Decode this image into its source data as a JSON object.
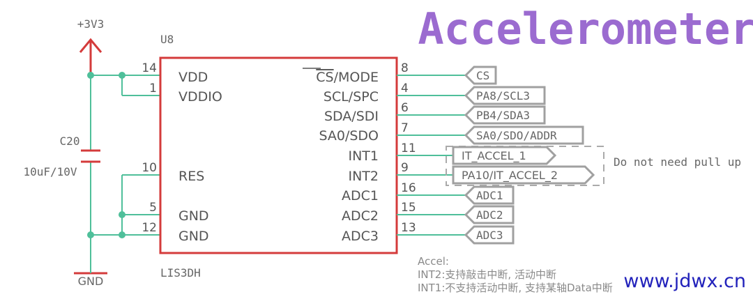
{
  "title": "Accelerometer",
  "power_label": "+3V3",
  "ground_label": "GND",
  "ic": {
    "ref": "U8",
    "part": "LIS3DH",
    "left_pins": [
      {
        "num": "14",
        "name": "VDD"
      },
      {
        "num": "1",
        "name": "VDDIO"
      },
      {
        "num": "10",
        "name": "RES"
      },
      {
        "num": "5",
        "name": "GND"
      },
      {
        "num": "12",
        "name": "GND"
      }
    ],
    "right_pins": [
      {
        "num": "8",
        "name_overline": "CS",
        "name_rest": "/MODE"
      },
      {
        "num": "4",
        "name": "SCL/SPC"
      },
      {
        "num": "6",
        "name": "SDA/SDI"
      },
      {
        "num": "7",
        "name": "SA0/SDO"
      },
      {
        "num": "11",
        "name": "INT1"
      },
      {
        "num": "9",
        "name": "INT2"
      },
      {
        "num": "16",
        "name": "ADC1"
      },
      {
        "num": "15",
        "name": "ADC2"
      },
      {
        "num": "13",
        "name": "ADC3"
      }
    ]
  },
  "capacitor": {
    "ref": "C20",
    "value": "10uF/10V"
  },
  "net_flags": [
    "CS",
    "PA8/SCL3",
    "PB4/SDA3",
    "SA0/SDO/ADDR",
    "IT_ACCEL_1",
    "PA10/IT_ACCEL_2",
    "ADC1",
    "ADC2",
    "ADC3"
  ],
  "pullup_note": "Do not need pull up",
  "notes": {
    "heading": "Accel:",
    "line1": "INT2:支持敲击中断, 活动中断",
    "line2": "INT1:不支持活动中断, 支持某轴Data中断"
  },
  "watermark": "www.jdwx.cn",
  "colors": {
    "wire": "#4fbf9a",
    "body": "#d43b3b",
    "title": "#9b6bd0",
    "flag": "#a0a0a0",
    "watermark": "#2222bb"
  }
}
